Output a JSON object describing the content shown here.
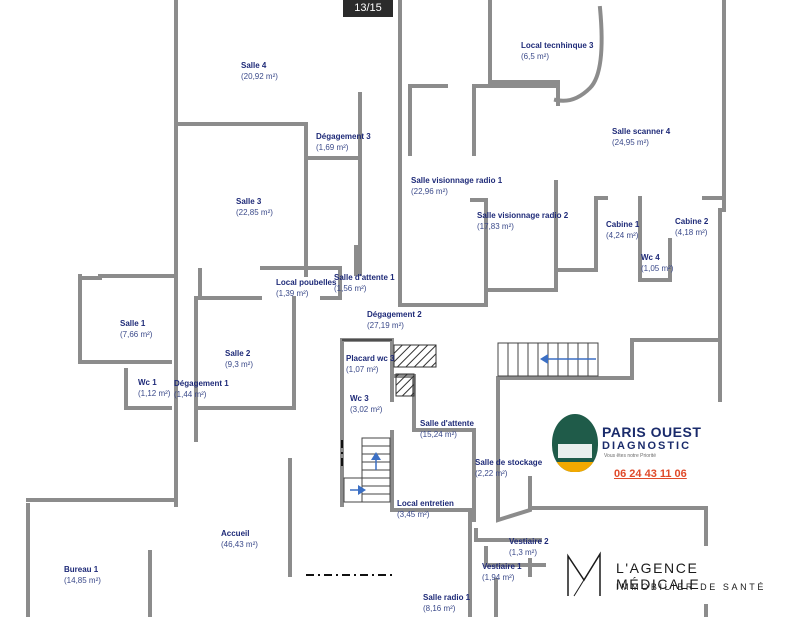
{
  "viewer": {
    "counter": "13/15"
  },
  "rooms": [
    {
      "id": "salle-4",
      "name": "Salle  4",
      "area": "(20,92 m²)"
    },
    {
      "id": "local-technique-3",
      "name": "Local tecnhinque 3",
      "area": "(6,5 m²)"
    },
    {
      "id": "degagement-3",
      "name": "Dégagement 3",
      "area": "(1,69 m²)"
    },
    {
      "id": "salle-scanner-4",
      "name": "Salle scanner 4",
      "area": "(24,95 m²)"
    },
    {
      "id": "salle-visionnage-radio-1",
      "name": "Salle visionnage radio 1",
      "area": "(22,96 m²)"
    },
    {
      "id": "salle-3",
      "name": "Salle 3",
      "area": "(22,85 m²)"
    },
    {
      "id": "salle-visionnage-radio-2",
      "name": "Salle visionnage radio 2",
      "area": "(17,83 m²)"
    },
    {
      "id": "cabine-1",
      "name": "Cabine 1",
      "area": "(4,24 m²)"
    },
    {
      "id": "cabine-2",
      "name": "Cabine 2",
      "area": "(4,18 m²)"
    },
    {
      "id": "wc-4",
      "name": "Wc 4",
      "area": "(1,05 m²)"
    },
    {
      "id": "local-poubelles",
      "name": "Local poubelles",
      "area": "(1,39 m²)"
    },
    {
      "id": "salle-dattente-1",
      "name": "Salle d'attente  1",
      "area": "(1,56 m²)"
    },
    {
      "id": "degagement-2",
      "name": "Dégagement 2",
      "area": "(27,19 m²)"
    },
    {
      "id": "salle-1",
      "name": "Salle 1",
      "area": "(7,66 m²)"
    },
    {
      "id": "salle-2",
      "name": "Salle 2",
      "area": "(9,3 m²)"
    },
    {
      "id": "placard-wc-3",
      "name": "Placard wc 3",
      "area": "(1,07 m²)"
    },
    {
      "id": "wc-1",
      "name": "Wc 1",
      "area": "(1,12 m²)"
    },
    {
      "id": "degagement-1",
      "name": "Dégagement 1",
      "area": "(1,44 m²)"
    },
    {
      "id": "wc-3",
      "name": "Wc 3",
      "area": "(3,02 m²)"
    },
    {
      "id": "salle-dattente",
      "name": "Salle d'attente",
      "area": "(15,24 m²)"
    },
    {
      "id": "salle-de-stockage",
      "name": "Salle de stockage",
      "area": "(2,22 m²)"
    },
    {
      "id": "local-entretien",
      "name": "Local entretien",
      "area": "(3,45 m²)"
    },
    {
      "id": "accueil",
      "name": "Accueil",
      "area": "(46,43 m²)"
    },
    {
      "id": "vestiaire-2",
      "name": "Vestiaire 2",
      "area": "(1,3 m²)"
    },
    {
      "id": "vestiaire-1",
      "name": "Vestiaire 1",
      "area": "(1,94 m²)"
    },
    {
      "id": "bureau-1",
      "name": "Bureau 1",
      "area": "(14,85 m²)"
    },
    {
      "id": "salle-radio-1",
      "name": "Salle radio 1",
      "area": "(8,16 m²)"
    }
  ],
  "logo_paris_ouest": {
    "name_line1": "PARIS OUEST",
    "name_line2": "DIAGNOSTIC",
    "tagline": "Vous êtes notre Priorité",
    "phone": "06 24 43 11 06",
    "brand_color": "#1a2b6b",
    "accent_color": "#e04a2a"
  },
  "logo_agence": {
    "line1": "L'AGENCE MÉDICALE",
    "line2": "IMMOBILIER DE SANTÉ"
  },
  "colors": {
    "wall": "#8c8c8c",
    "label": "#1e2a78",
    "stairs_arrow": "#3b6fc4"
  }
}
